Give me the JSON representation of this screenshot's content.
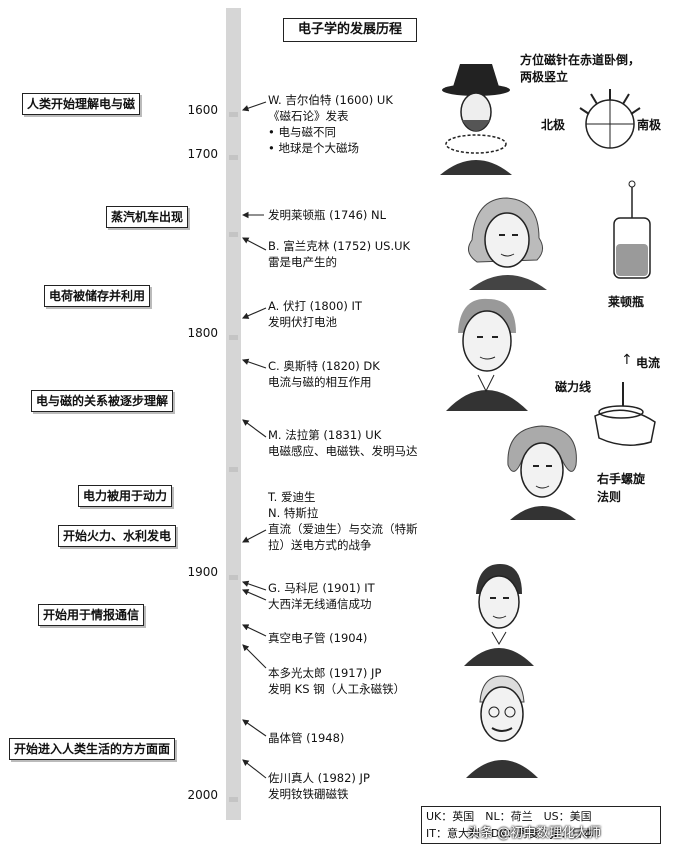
{
  "title": "电子学的发展历程",
  "years": [
    {
      "label": "1600"
    },
    {
      "label": "1700"
    },
    {
      "label": "1800"
    },
    {
      "label": "1900"
    },
    {
      "label": "2000"
    }
  ],
  "eras": [
    {
      "label": "人类开始理解电与磁"
    },
    {
      "label": "蒸汽机车出现"
    },
    {
      "label": "电荷被储存并利用"
    },
    {
      "label": "电与磁的关系被逐步理解"
    },
    {
      "label": "电力被用于动力"
    },
    {
      "label": "开始火力、水利发电"
    },
    {
      "label": "开始用于情报通信"
    },
    {
      "label": "开始进入人类生活的方方面面"
    }
  ],
  "events": [
    {
      "lines": [
        "W. 吉尔伯特 (1600) UK",
        "《磁石论》发表",
        "• 电与磁不同",
        "• 地球是个大磁场"
      ]
    },
    {
      "lines": [
        "发明莱顿瓶 (1746) NL"
      ]
    },
    {
      "lines": [
        "B. 富兰克林 (1752) US.UK",
        "雷是电产生的"
      ]
    },
    {
      "lines": [
        "A. 伏打 (1800) IT",
        "发明伏打电池"
      ]
    },
    {
      "lines": [
        "C. 奥斯特 (1820) DK",
        "电流与磁的相互作用"
      ]
    },
    {
      "lines": [
        "M. 法拉第 (1831) UK",
        "电磁感应、电磁铁、发明马达"
      ]
    },
    {
      "lines": [
        "T. 爱迪生",
        "N. 特斯拉",
        "直流（爱迪生）与交流（特斯",
        "拉）送电方式的战争"
      ]
    },
    {
      "lines": [
        "G. 马科尼 (1901) IT",
        "大西洋无线通信成功"
      ]
    },
    {
      "lines": [
        "真空电子管 (1904)"
      ]
    },
    {
      "lines": [
        "本多光太郎 (1917) JP",
        "发明 KS 钢（人工永磁铁）"
      ]
    },
    {
      "lines": [
        "晶体管 (1948)"
      ]
    },
    {
      "lines": [
        "佐川真人 (1982) JP",
        "发明钕铁硼磁铁"
      ]
    }
  ],
  "illustrations": {
    "compass_note": [
      "方位磁针在赤道卧倒，",
      "两极竖立"
    ],
    "north_pole": "北极",
    "south_pole": "南极",
    "leyden_jar": "莱顿瓶",
    "current": "电流",
    "magnetic_lines": "磁力线",
    "right_hand_rule": [
      "右手螺旋",
      "法则"
    ]
  },
  "legend": {
    "line1": "UK：英国　NL：荷兰　US：美国",
    "line2": "IT：意大利　DK：丹麦　JP：日本"
  },
  "watermark": "头条 @初中数理化大师"
}
